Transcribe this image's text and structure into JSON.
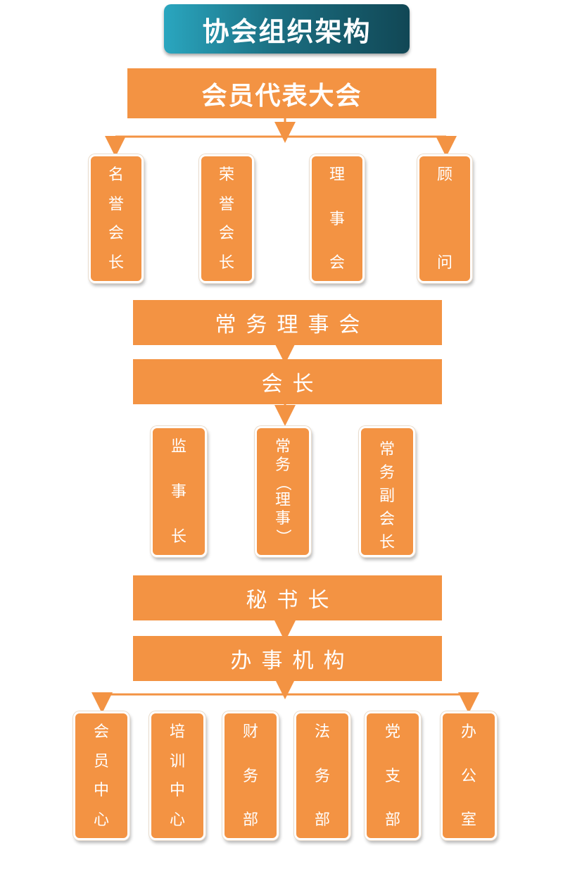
{
  "title": "协会组织架构",
  "level1": "会员代表大会",
  "honor_row": [
    {
      "chars": [
        "名",
        "誉",
        "会",
        "长"
      ]
    },
    {
      "chars": [
        "荣",
        "誉",
        "会",
        "长"
      ]
    },
    {
      "chars": [
        "理",
        "事",
        "会"
      ]
    },
    {
      "chars": [
        "顾",
        "问"
      ]
    }
  ],
  "standing_council": "常务理事会",
  "president": "会长",
  "deputy_row": [
    {
      "chars": [
        "监",
        "事",
        "长"
      ]
    },
    {
      "chars": [
        "常",
        "务",
        "（",
        "理",
        "事",
        "）"
      ]
    },
    {
      "chars": [
        "常",
        "务",
        "副",
        "会",
        "长"
      ]
    }
  ],
  "secretary_general": "秘书长",
  "office": "办事机构",
  "department_row": [
    {
      "chars": [
        "会",
        "员",
        "中",
        "心"
      ]
    },
    {
      "chars": [
        "培",
        "训",
        "中",
        "心"
      ]
    },
    {
      "chars": [
        "财",
        "务",
        "部"
      ]
    },
    {
      "chars": [
        "法",
        "务",
        "部"
      ]
    },
    {
      "chars": [
        "党",
        "支",
        "部"
      ]
    },
    {
      "chars": [
        "办",
        "公",
        "室"
      ]
    }
  ],
  "colors": {
    "accent": "#f39343",
    "title_dark": "#114755",
    "title_light": "#2aa6bf",
    "connector": "#f39343"
  }
}
